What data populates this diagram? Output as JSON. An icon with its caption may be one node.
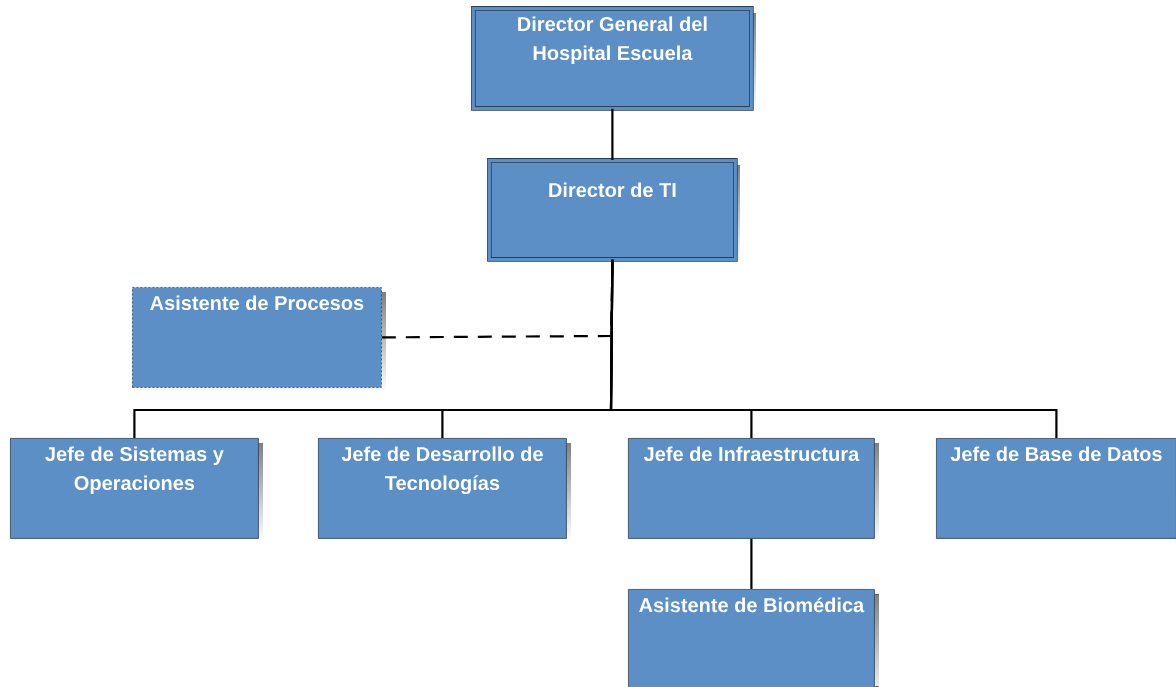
{
  "diagram": {
    "nodes": [
      {
        "text": [
          "Director General del Hospital Escuela"
        ]
      },
      {
        "text": [
          "Director de TI"
        ]
      },
      {
        "text": [
          "Asistente de Procesos"
        ]
      },
      {
        "text": [
          "Jefe de Sistemas y Operaciones"
        ]
      },
      {
        "text": [
          "Jefe de Desarrollo de Tecnologías"
        ]
      },
      {
        "text": [
          "Jefe de Infraestructura"
        ]
      },
      {
        "text": [
          "Jefe de Base de Datos"
        ]
      },
      {
        "text": [
          "Asistente de Biomédica"
        ]
      }
    ],
    "edges": [
      {
        "from": 0,
        "to": 1,
        "arrow": "none"
      },
      {
        "from": 2,
        "to": 1,
        "arrow": "none",
        "style": "dashed"
      },
      {
        "from": 1,
        "to": 3,
        "arrow": "none"
      },
      {
        "from": 1,
        "to": 4,
        "arrow": "none"
      },
      {
        "from": 1,
        "to": 5,
        "arrow": "none"
      },
      {
        "from": 1,
        "to": 6,
        "arrow": "none"
      },
      {
        "from": 5,
        "to": 7,
        "arrow": "none"
      }
    ]
  }
}
